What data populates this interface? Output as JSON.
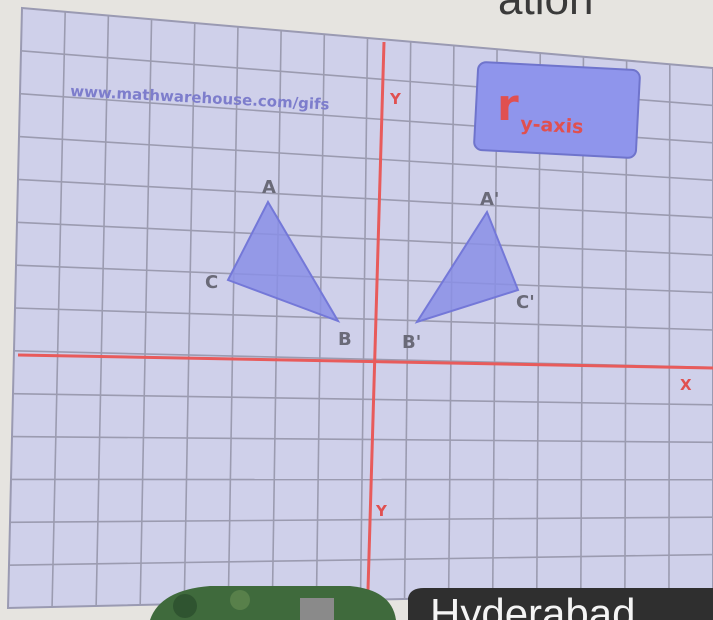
{
  "watermark": "www.mathwarehouse.com/gifs",
  "badge": {
    "main": "r",
    "sub": "y-axis"
  },
  "axes": {
    "x_label": "X",
    "y_label_top": "Y",
    "y_label_bottom": "Y"
  },
  "original_triangle": {
    "labels": [
      "A",
      "B",
      "C"
    ]
  },
  "image_triangle": {
    "labels": [
      "A'",
      "B'",
      "C'"
    ]
  },
  "top_right_text": "ation",
  "bottom_caption": "Hyderabad",
  "colors": {
    "grid_bg": "#cfd0ea",
    "grid_line": "#9b9bb0",
    "axis": "#e85b5b",
    "triangle_fill": "#8a8fe6",
    "badge_fill": "#8f95ec",
    "badge_text": "#e05050",
    "watermark": "#7d7dcc",
    "point_label": "#6a6a78"
  }
}
